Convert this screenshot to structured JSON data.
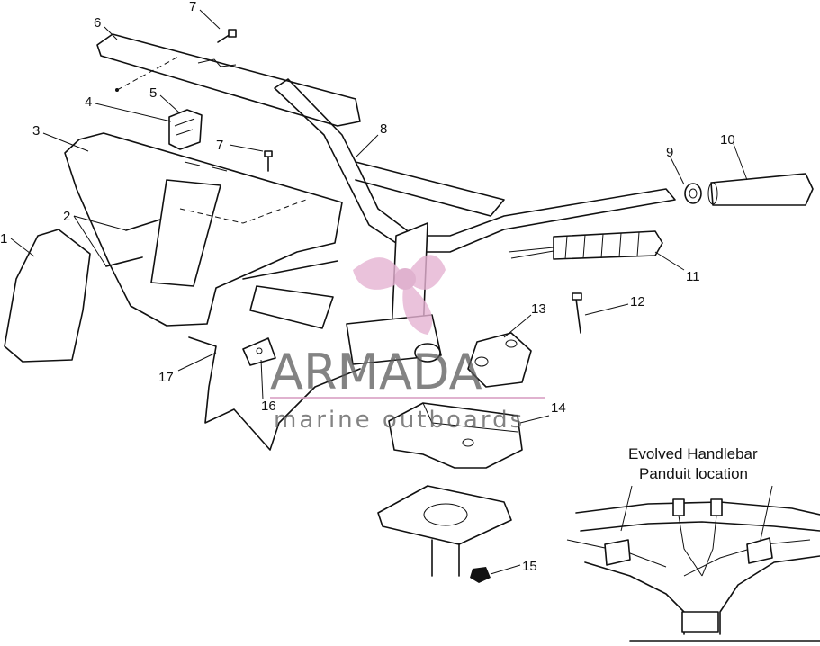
{
  "callouts": {
    "c1": "1",
    "c2": "2",
    "c3": "3",
    "c4": "4",
    "c5": "5",
    "c6": "6",
    "c7a": "7",
    "c7b": "7",
    "c8": "8",
    "c9": "9",
    "c10": "10",
    "c11": "11",
    "c12": "12",
    "c13": "13",
    "c14": "14",
    "c15": "15",
    "c16": "16",
    "c17": "17"
  },
  "inset": {
    "caption_line1": "Evolved Handlebar",
    "caption_line2": "Panduit location"
  },
  "watermark": {
    "brand": "ARMADA",
    "tagline": "marine outboards",
    "logo": "propeller-logo",
    "logo_color": "#d9a0c4"
  }
}
